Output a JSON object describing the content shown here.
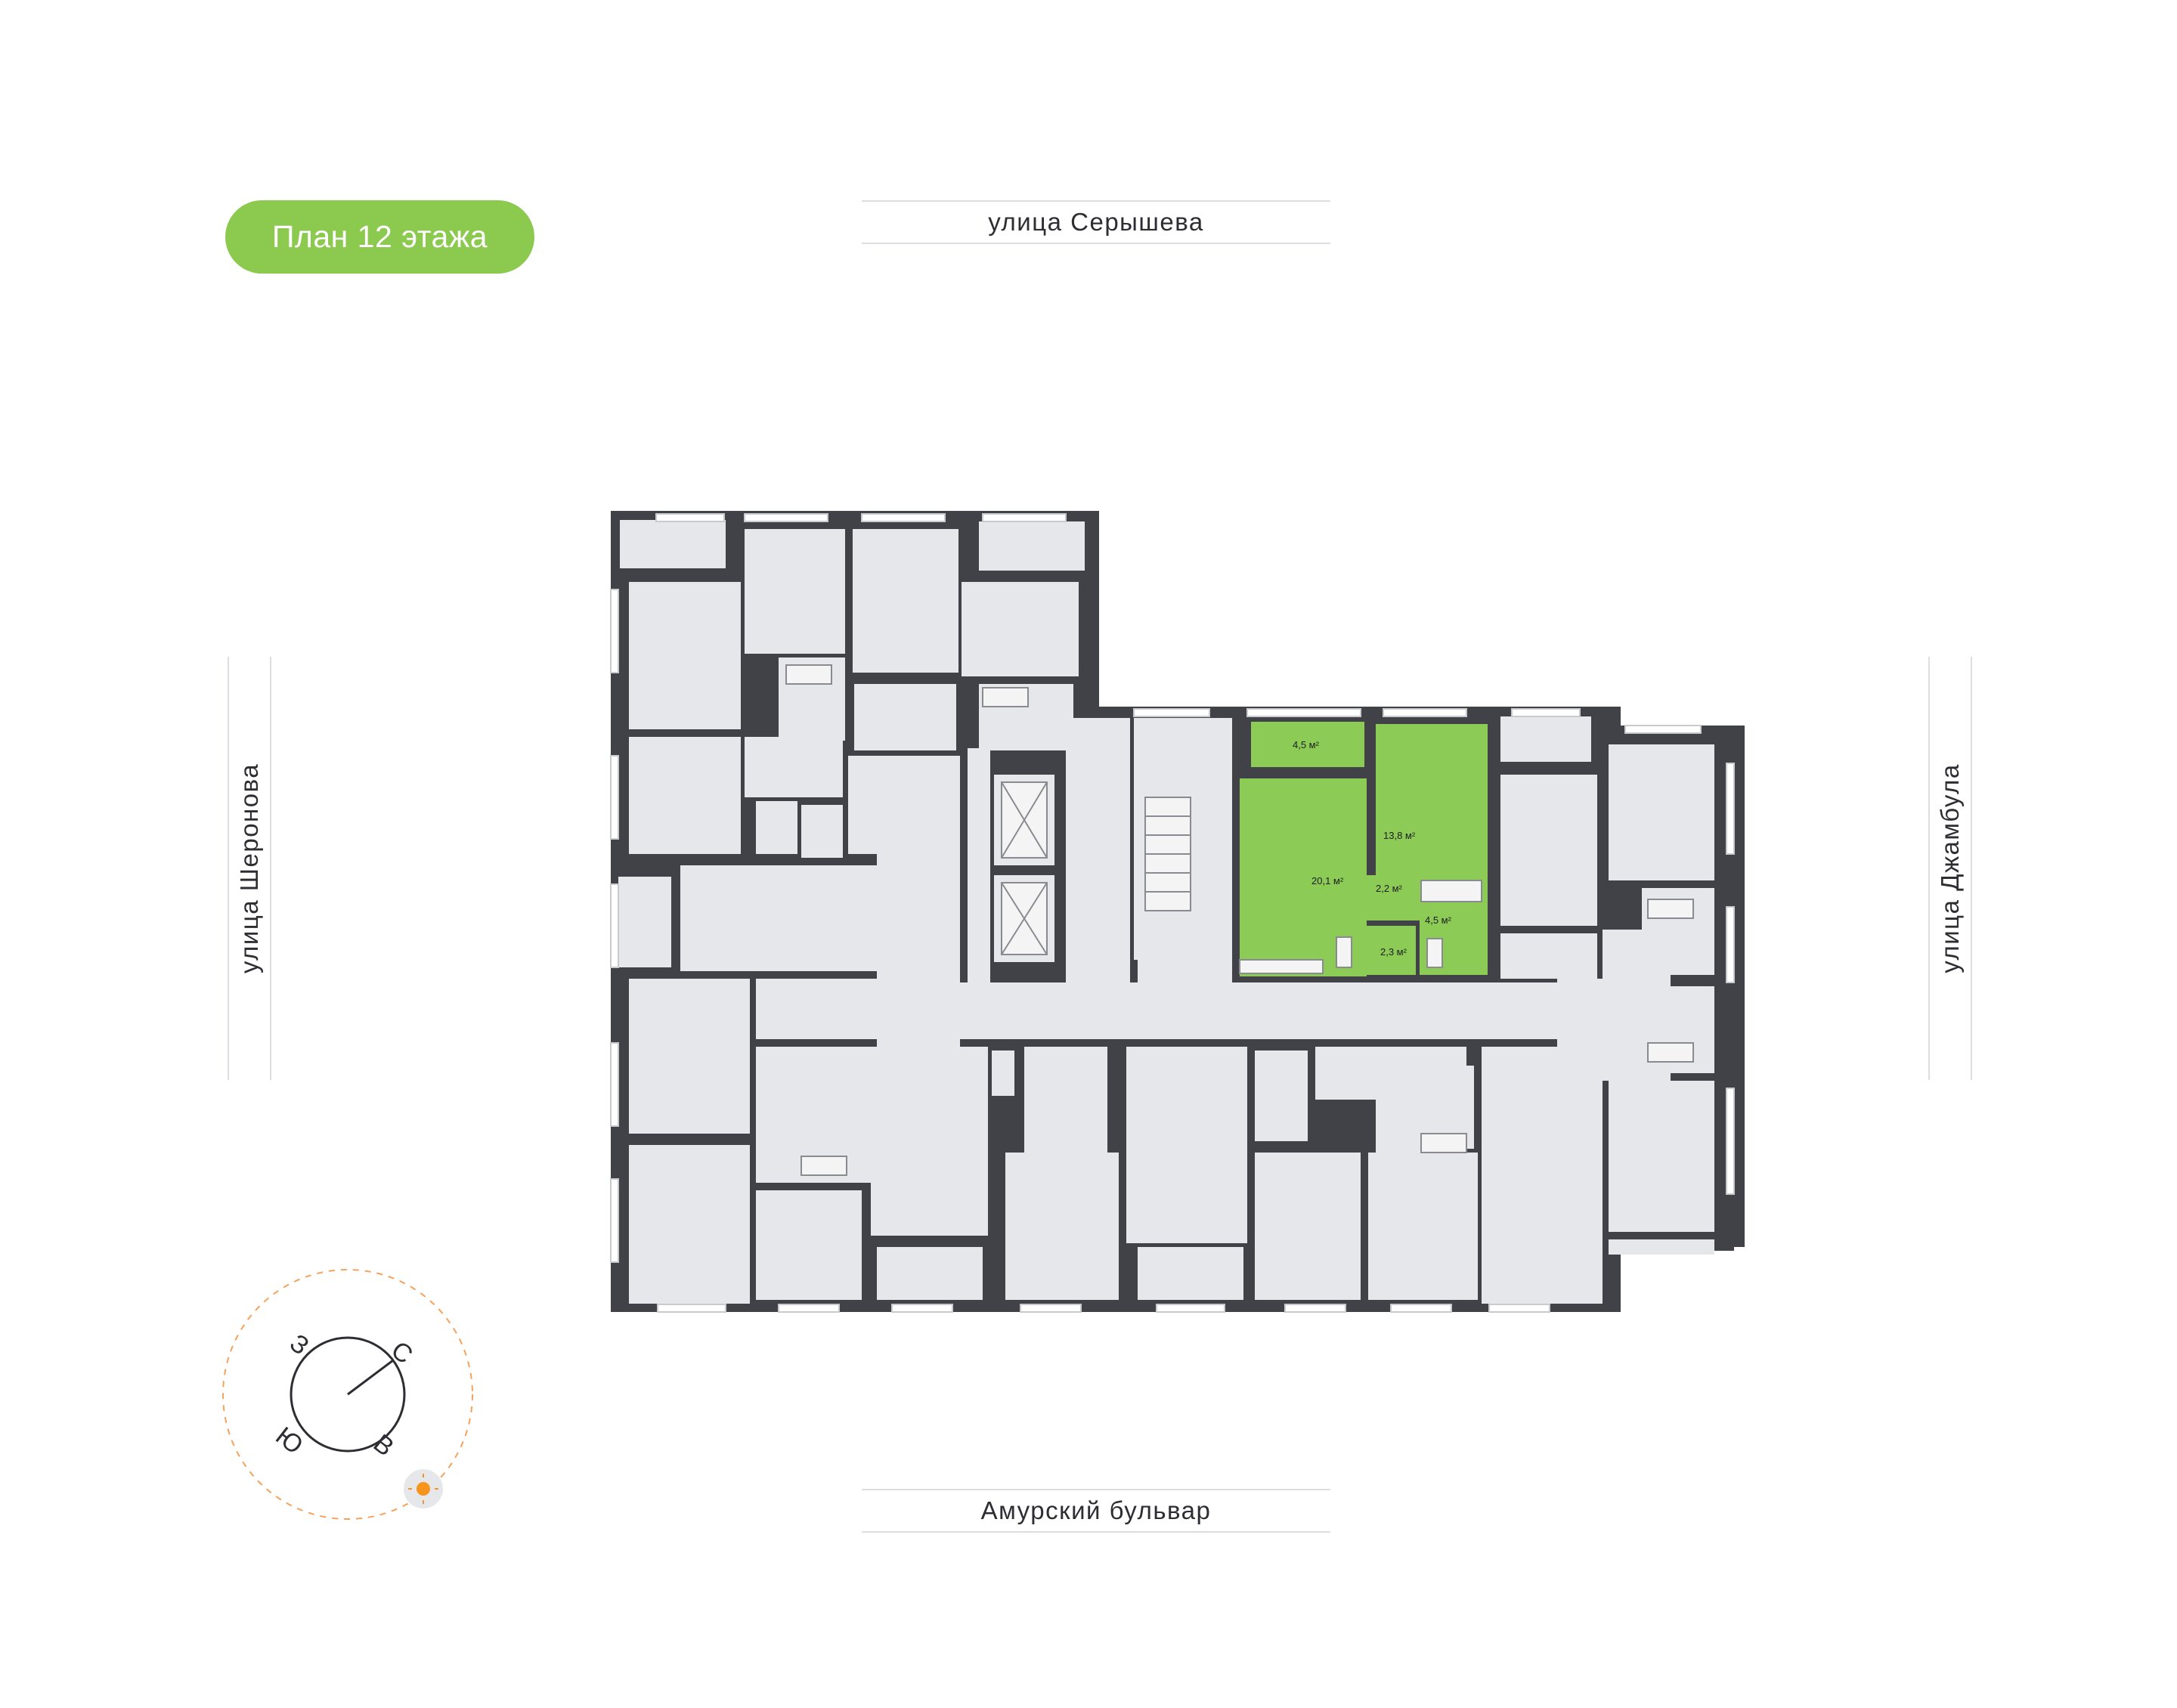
{
  "floor_badge": "План 12 этажа",
  "streets": {
    "north": "улица Серышева",
    "south": "Амурский бульвар",
    "west": "улица Шеронова",
    "east": "улица Джамбула"
  },
  "highlighted_apartment": {
    "rooms": [
      {
        "name": "balcony",
        "area": "4,5 м²"
      },
      {
        "name": "room-1",
        "area": "13,8 м²"
      },
      {
        "name": "room-2",
        "area": "20,1 м²"
      },
      {
        "name": "hall",
        "area": "2,2 м²"
      },
      {
        "name": "bathroom",
        "area": "4,5 м²"
      },
      {
        "name": "wc",
        "area": "2,3 м²"
      }
    ]
  },
  "compass": {
    "north": "С",
    "east": "В",
    "south": "Ю",
    "west": "З",
    "sun_icon": "sun-icon"
  },
  "colors": {
    "accent": "#8cc94f",
    "highlight": "#8ccb55",
    "room": "#e6e7ea",
    "wall": "#414248",
    "compass_arc": "#f5a25d",
    "sun": "#f7941d"
  }
}
